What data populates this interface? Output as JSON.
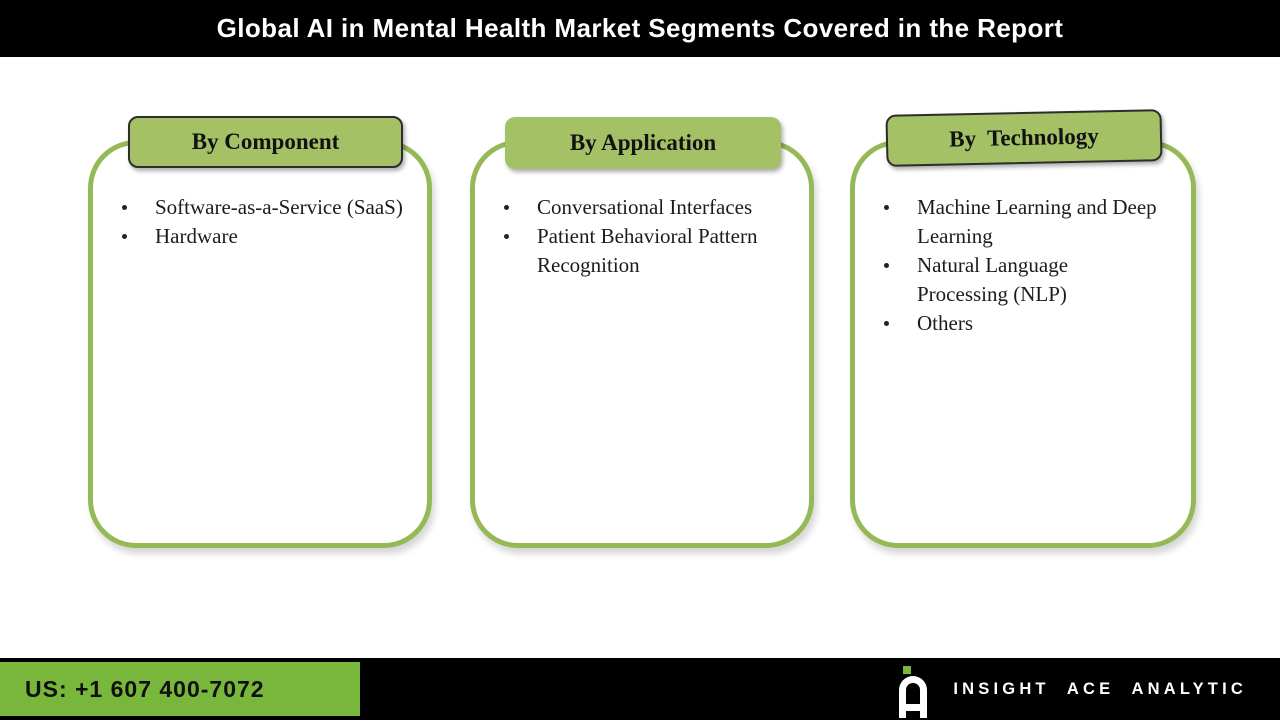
{
  "header": {
    "title": "Global AI in Mental Health Market Segments Covered in the Report"
  },
  "cards": [
    {
      "header": "By Component",
      "items": [
        "Software-as-a-Service (SaaS)",
        "Hardware"
      ]
    },
    {
      "header": "By Application",
      "items": [
        "Conversational Interfaces",
        "Patient Behavioral Pattern Recognition"
      ]
    },
    {
      "header": "By  Technology",
      "items": [
        "Machine Learning and Deep Learning",
        "Natural Language Processing (NLP)",
        "Others"
      ]
    }
  ],
  "footer": {
    "phone": "US: +1 607 400-7072",
    "brand": "INSIGHT ACE ANALYTIC",
    "logo_icon": "insight-ace-a-logo"
  },
  "colors": {
    "top_bar": "#000000",
    "title_text": "#ffffff",
    "card_border_green": "#95b955",
    "header_tab_green": "#a4c166",
    "header_tab_outline": "#2d2d2d",
    "footer_green": "#79b73c",
    "footer_black": "#000000",
    "body_text": "#1c1c1c"
  }
}
